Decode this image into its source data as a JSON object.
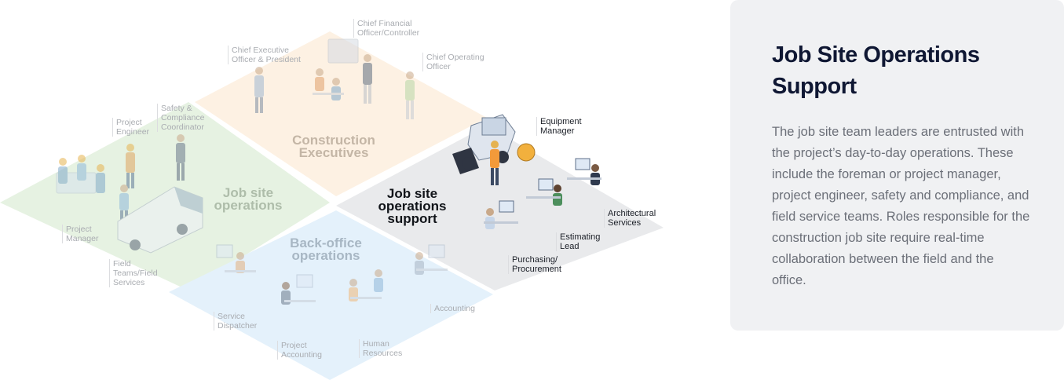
{
  "diagram": {
    "zones": {
      "executives": "Construction\nExecutives",
      "job_site": "Job site\noperations",
      "support": "Job site\noperations\nsupport",
      "back_office": "Back-office\noperations"
    },
    "roles": {
      "cfo": "Chief Financial\nOfficer/Controller",
      "ceo": "Chief Executive\nOfficer & President",
      "coo": "Chief Operating\nOfficer",
      "project_engineer": "Project\nEngineer",
      "safety": "Safety &\nCompliance\nCoordinator",
      "project_manager": "Project\nManager",
      "field_teams": "Field\nTeams/Field\nServices",
      "equipment_manager": "Equipment\nManager",
      "architectural": "Architectural\nServices",
      "estimating": "Estimating\nLead",
      "purchasing": "Purchasing/\nProcurement",
      "service_dispatcher": "Service\nDispatcher",
      "project_accounting": "Project\nAccounting",
      "human_resources": "Human\nResources",
      "accounting": "Accounting"
    }
  },
  "panel": {
    "title": "Job Site Operations Support",
    "body": "The job site team leaders are entrusted with the project’s day-to-day operations. These include the foreman or project manager, project engineer, safety and compliance, and field service teams. Roles responsible for the construction job site require real-time collaboration between the field and the office."
  },
  "colors": {
    "executives_fill": "#fdf1e3",
    "job_site_fill": "#e6f2e2",
    "support_fill": "#e9eaec",
    "back_office_fill": "#e4f1fb",
    "panel_bg": "#f0f1f3"
  }
}
